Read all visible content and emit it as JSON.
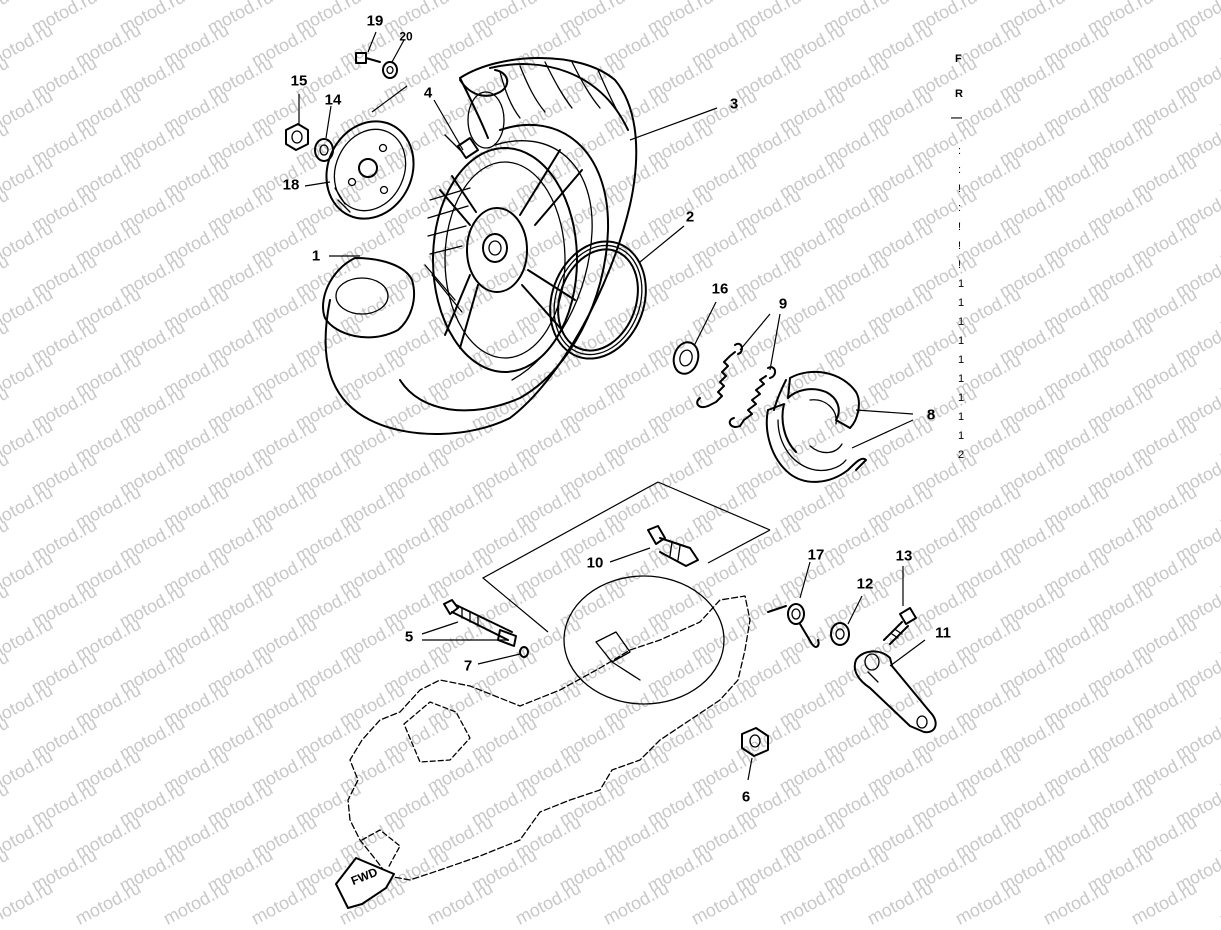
{
  "watermark_text": "motod.ru",
  "fwd_label": "FWD",
  "callouts": [
    "1",
    "2",
    "3",
    "4",
    "5",
    "6",
    "7",
    "8",
    "9",
    "10",
    "11",
    "12",
    "13",
    "14",
    "15",
    "16",
    "17",
    "18",
    "19",
    "20"
  ],
  "edge_fragments": {
    "top": [
      "F",
      "R",
      "—"
    ],
    "column": [
      ":",
      ":",
      "!",
      ":",
      "!",
      "!",
      "!",
      "1",
      "1",
      "1",
      "1",
      "1",
      "1",
      "1",
      "1",
      "1",
      "2"
    ]
  }
}
